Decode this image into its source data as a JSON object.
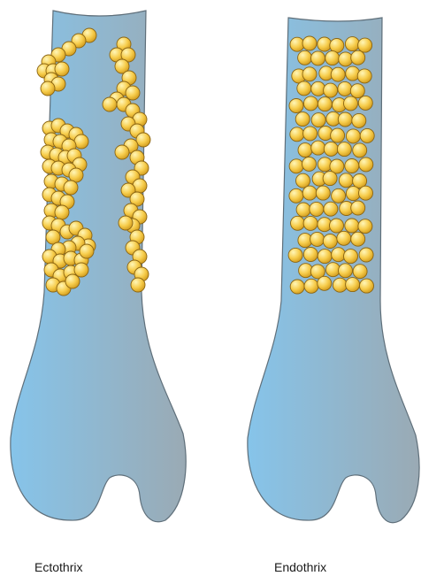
{
  "figure": {
    "panels": [
      {
        "id": "ectothrix",
        "label": "Ectothrix"
      },
      {
        "id": "endothrix",
        "label": "Endothrix"
      }
    ]
  },
  "colors": {
    "hair_light": "#86c4ea",
    "hair_dark": "#9aaab4",
    "hair_outline": "#5f6f7a",
    "spore_light": "#fff6b8",
    "spore_mid": "#f7cd4c",
    "spore_dark": "#d09a1c",
    "spore_outline": "#8a6412"
  },
  "icons": [
    "hair-shaft-shape",
    "spore-circle"
  ]
}
